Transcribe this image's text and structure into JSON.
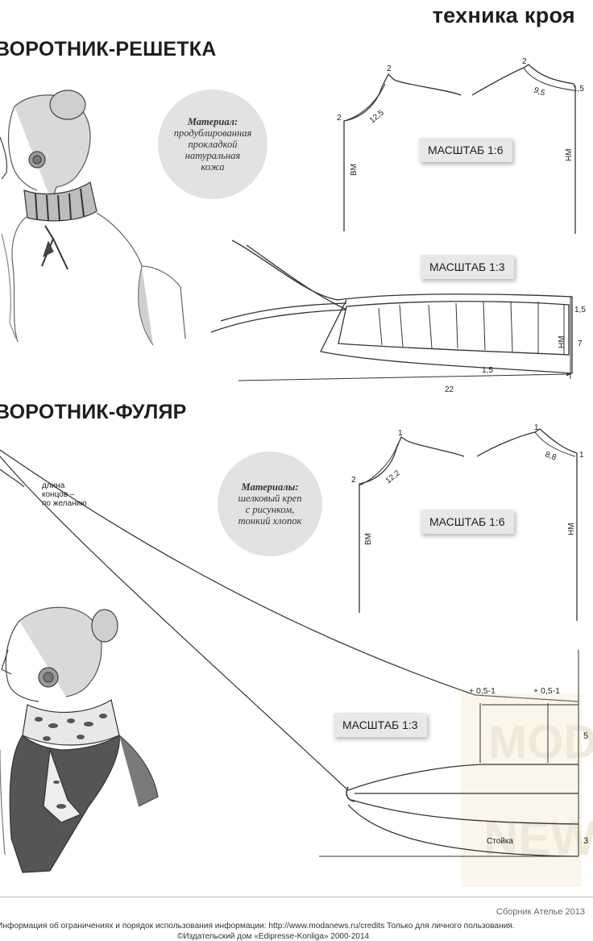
{
  "header": {
    "title": "техника кроя"
  },
  "sections": [
    {
      "title": "ВОРОТНИК-РЕШЕТКА",
      "material": {
        "heading": "Материал:",
        "lines": [
          "продублированная",
          "прокладкой",
          "натуральная",
          "кожа"
        ]
      },
      "scale_top": "МАСШТАБ 1:6",
      "scale_bottom": "МАСШТАБ 1:3",
      "dims": {
        "a": "2",
        "b": "2",
        "c": "12,5",
        "d": "2",
        "e": "9,5",
        "f": "1,5",
        "g": "1,5",
        "h": "7",
        "i": "1,5",
        "j": "22"
      },
      "marks": {
        "back": "ВМ",
        "front": "НМ",
        "front_collar": "НМ"
      }
    },
    {
      "title": "ВОРОТНИК-ФУЛЯР",
      "material": {
        "heading": "Материалы:",
        "lines": [
          "шелковый креп",
          "с рисунком,",
          "тонкий хлопок"
        ]
      },
      "scale_top": "МАСШТАБ 1:6",
      "scale_bottom": "МАСШТАБ 1:3",
      "note": [
        "длина",
        "концов –",
        "по желанию"
      ],
      "dims": {
        "a": "1",
        "b": "2",
        "c": "12,2",
        "d": "1",
        "e": "8,8",
        "f": "1",
        "p1": "+ 0,5-1",
        "p2": "+ 0,5-1",
        "h5": "5",
        "h3": "3"
      },
      "marks": {
        "back": "ВМ",
        "front": "НМ"
      },
      "stand_label": "Стойка"
    }
  ],
  "footer": {
    "right": "Сборник Ателье 2013",
    "info": "Информация об ограничениях и порядок использования информации: http://www.modanews.ru/credits Только для личного пользования.",
    "copyright": "©Издательский дом «Edipresse-Konliga» 2000-2014"
  }
}
